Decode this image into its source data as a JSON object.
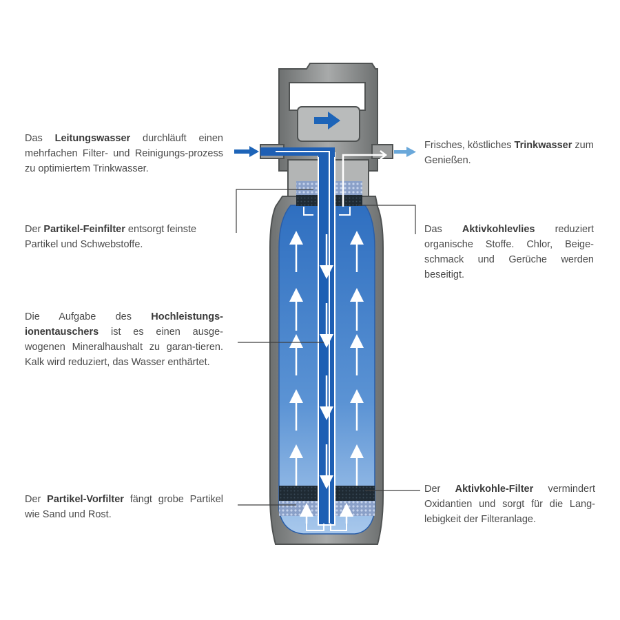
{
  "labels": {
    "leitungswasser": {
      "pre": "Das ",
      "bold": "Leitungswasser",
      "post": " durchläuft einen mehrfachen Filter- und Reinigungs-prozess zu optimiertem Trinkwasser."
    },
    "trinkwasser": {
      "pre": "Frisches, köstliches ",
      "bold": "Trinkwasser",
      "post": " zum Genießen."
    },
    "feinfilter": {
      "pre": "Der ",
      "bold": "Partikel-Feinfilter",
      "post": " entsorgt feinste Partikel und Schwebstoffe."
    },
    "aktivkohlevlies": {
      "pre": "Das ",
      "bold": "Aktivkohlevlies",
      "post": " reduziert organische Stoffe. Chlor, Beige-schmack und Gerüche werden beseitigt."
    },
    "ionentauscher": {
      "pre": "Die Aufgabe des ",
      "bold": "Hochleistungs-ionentauschers",
      "post": " ist es einen ausge-wogenen Mineralhaushalt zu garan-tieren. Kalk wird reduziert, das Wasser enthärtet."
    },
    "vorfilter": {
      "pre": "Der ",
      "bold": "Partikel-Vorfilter",
      "post": " fängt grobe Partikel wie Sand und Rost."
    },
    "aktivkohlefilter": {
      "pre": "Der ",
      "bold": "Aktivkohle-Filter",
      "post": " vermindert Oxidantien und sorgt für die Lang-lebigkeit der Filteranlage."
    }
  },
  "colors": {
    "housing": "#8e9090",
    "housing_dark": "#4f5252",
    "water_top": "#2f6fc0",
    "water_bottom": "#a8c8ec",
    "arrow_in": "#1d64b8",
    "arrow_out": "#6aa8da",
    "carbon": "#23303a",
    "mesh": "#7a8fb8"
  },
  "icons": [
    "flow-arrow-in",
    "flow-arrow-out",
    "flow-up-arrow",
    "flow-down-arrow"
  ]
}
